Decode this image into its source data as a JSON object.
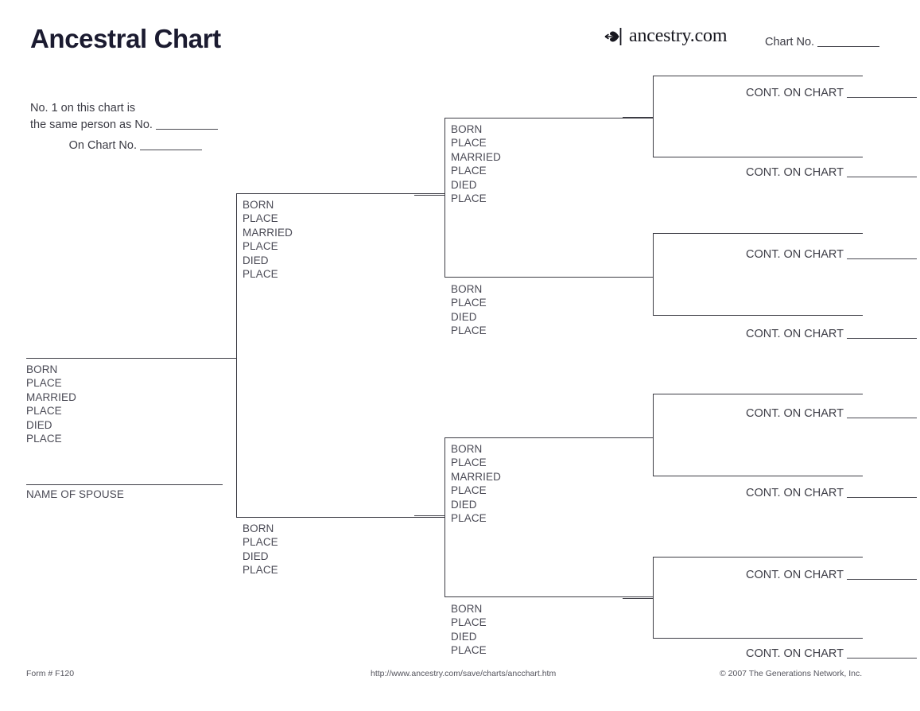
{
  "header": {
    "title": "Ancestral Chart",
    "brand_text": "ancestry.com",
    "brand_icon": "ancestry-leaf-icon",
    "chart_no_label": "Chart No.",
    "chart_no_value": ""
  },
  "same_person": {
    "line1": "No. 1 on this chart is",
    "line2": "the same person as No.",
    "line2_value": "",
    "on_chart_label": "On Chart No.",
    "on_chart_value": ""
  },
  "field_sets": {
    "full": [
      "BORN",
      "PLACE",
      "MARRIED",
      "PLACE",
      "DIED",
      "PLACE"
    ],
    "short": [
      "BORN",
      "PLACE",
      "DIED",
      "PLACE"
    ]
  },
  "person1": {
    "name_value": "",
    "fields": [
      "BORN",
      "PLACE",
      "MARRIED",
      "PLACE",
      "DIED",
      "PLACE"
    ],
    "spouse_label": "NAME OF SPOUSE",
    "spouse_value": ""
  },
  "generation2": [
    {
      "position": "father",
      "name_value": "",
      "fields": [
        "BORN",
        "PLACE",
        "MARRIED",
        "PLACE",
        "DIED",
        "PLACE"
      ]
    },
    {
      "position": "mother",
      "name_value": "",
      "fields": [
        "BORN",
        "PLACE",
        "DIED",
        "PLACE"
      ]
    }
  ],
  "generation3": [
    {
      "position": "paternal-grandfather",
      "name_value": "",
      "fields": [
        "BORN",
        "PLACE",
        "MARRIED",
        "PLACE",
        "DIED",
        "PLACE"
      ]
    },
    {
      "position": "paternal-grandmother",
      "name_value": "",
      "fields": [
        "BORN",
        "PLACE",
        "DIED",
        "PLACE"
      ]
    },
    {
      "position": "maternal-grandfather",
      "name_value": "",
      "fields": [
        "BORN",
        "PLACE",
        "MARRIED",
        "PLACE",
        "DIED",
        "PLACE"
      ]
    },
    {
      "position": "maternal-grandmother",
      "name_value": "",
      "fields": [
        "BORN",
        "PLACE",
        "DIED",
        "PLACE"
      ]
    }
  ],
  "generation4": [
    {
      "index": 1,
      "name_value": "",
      "cont_label": "CONT. ON CHART",
      "cont_value": ""
    },
    {
      "index": 2,
      "name_value": "",
      "cont_label": "CONT. ON CHART",
      "cont_value": ""
    },
    {
      "index": 3,
      "name_value": "",
      "cont_label": "CONT. ON CHART",
      "cont_value": ""
    },
    {
      "index": 4,
      "name_value": "",
      "cont_label": "CONT. ON CHART",
      "cont_value": ""
    },
    {
      "index": 5,
      "name_value": "",
      "cont_label": "CONT. ON CHART",
      "cont_value": ""
    },
    {
      "index": 6,
      "name_value": "",
      "cont_label": "CONT. ON CHART",
      "cont_value": ""
    },
    {
      "index": 7,
      "name_value": "",
      "cont_label": "CONT. ON CHART",
      "cont_value": ""
    },
    {
      "index": 8,
      "name_value": "",
      "cont_label": "CONT. ON CHART",
      "cont_value": ""
    }
  ],
  "footer": {
    "form": "Form # F120",
    "url": "http://www.ancestry.com/save/charts/ancchart.htm",
    "copyright": "© 2007 The Generations Network, Inc."
  },
  "colors": {
    "title": "#1b1b30",
    "rule": "#3c3c44",
    "text": "#4a4a55",
    "background": "#ffffff"
  }
}
